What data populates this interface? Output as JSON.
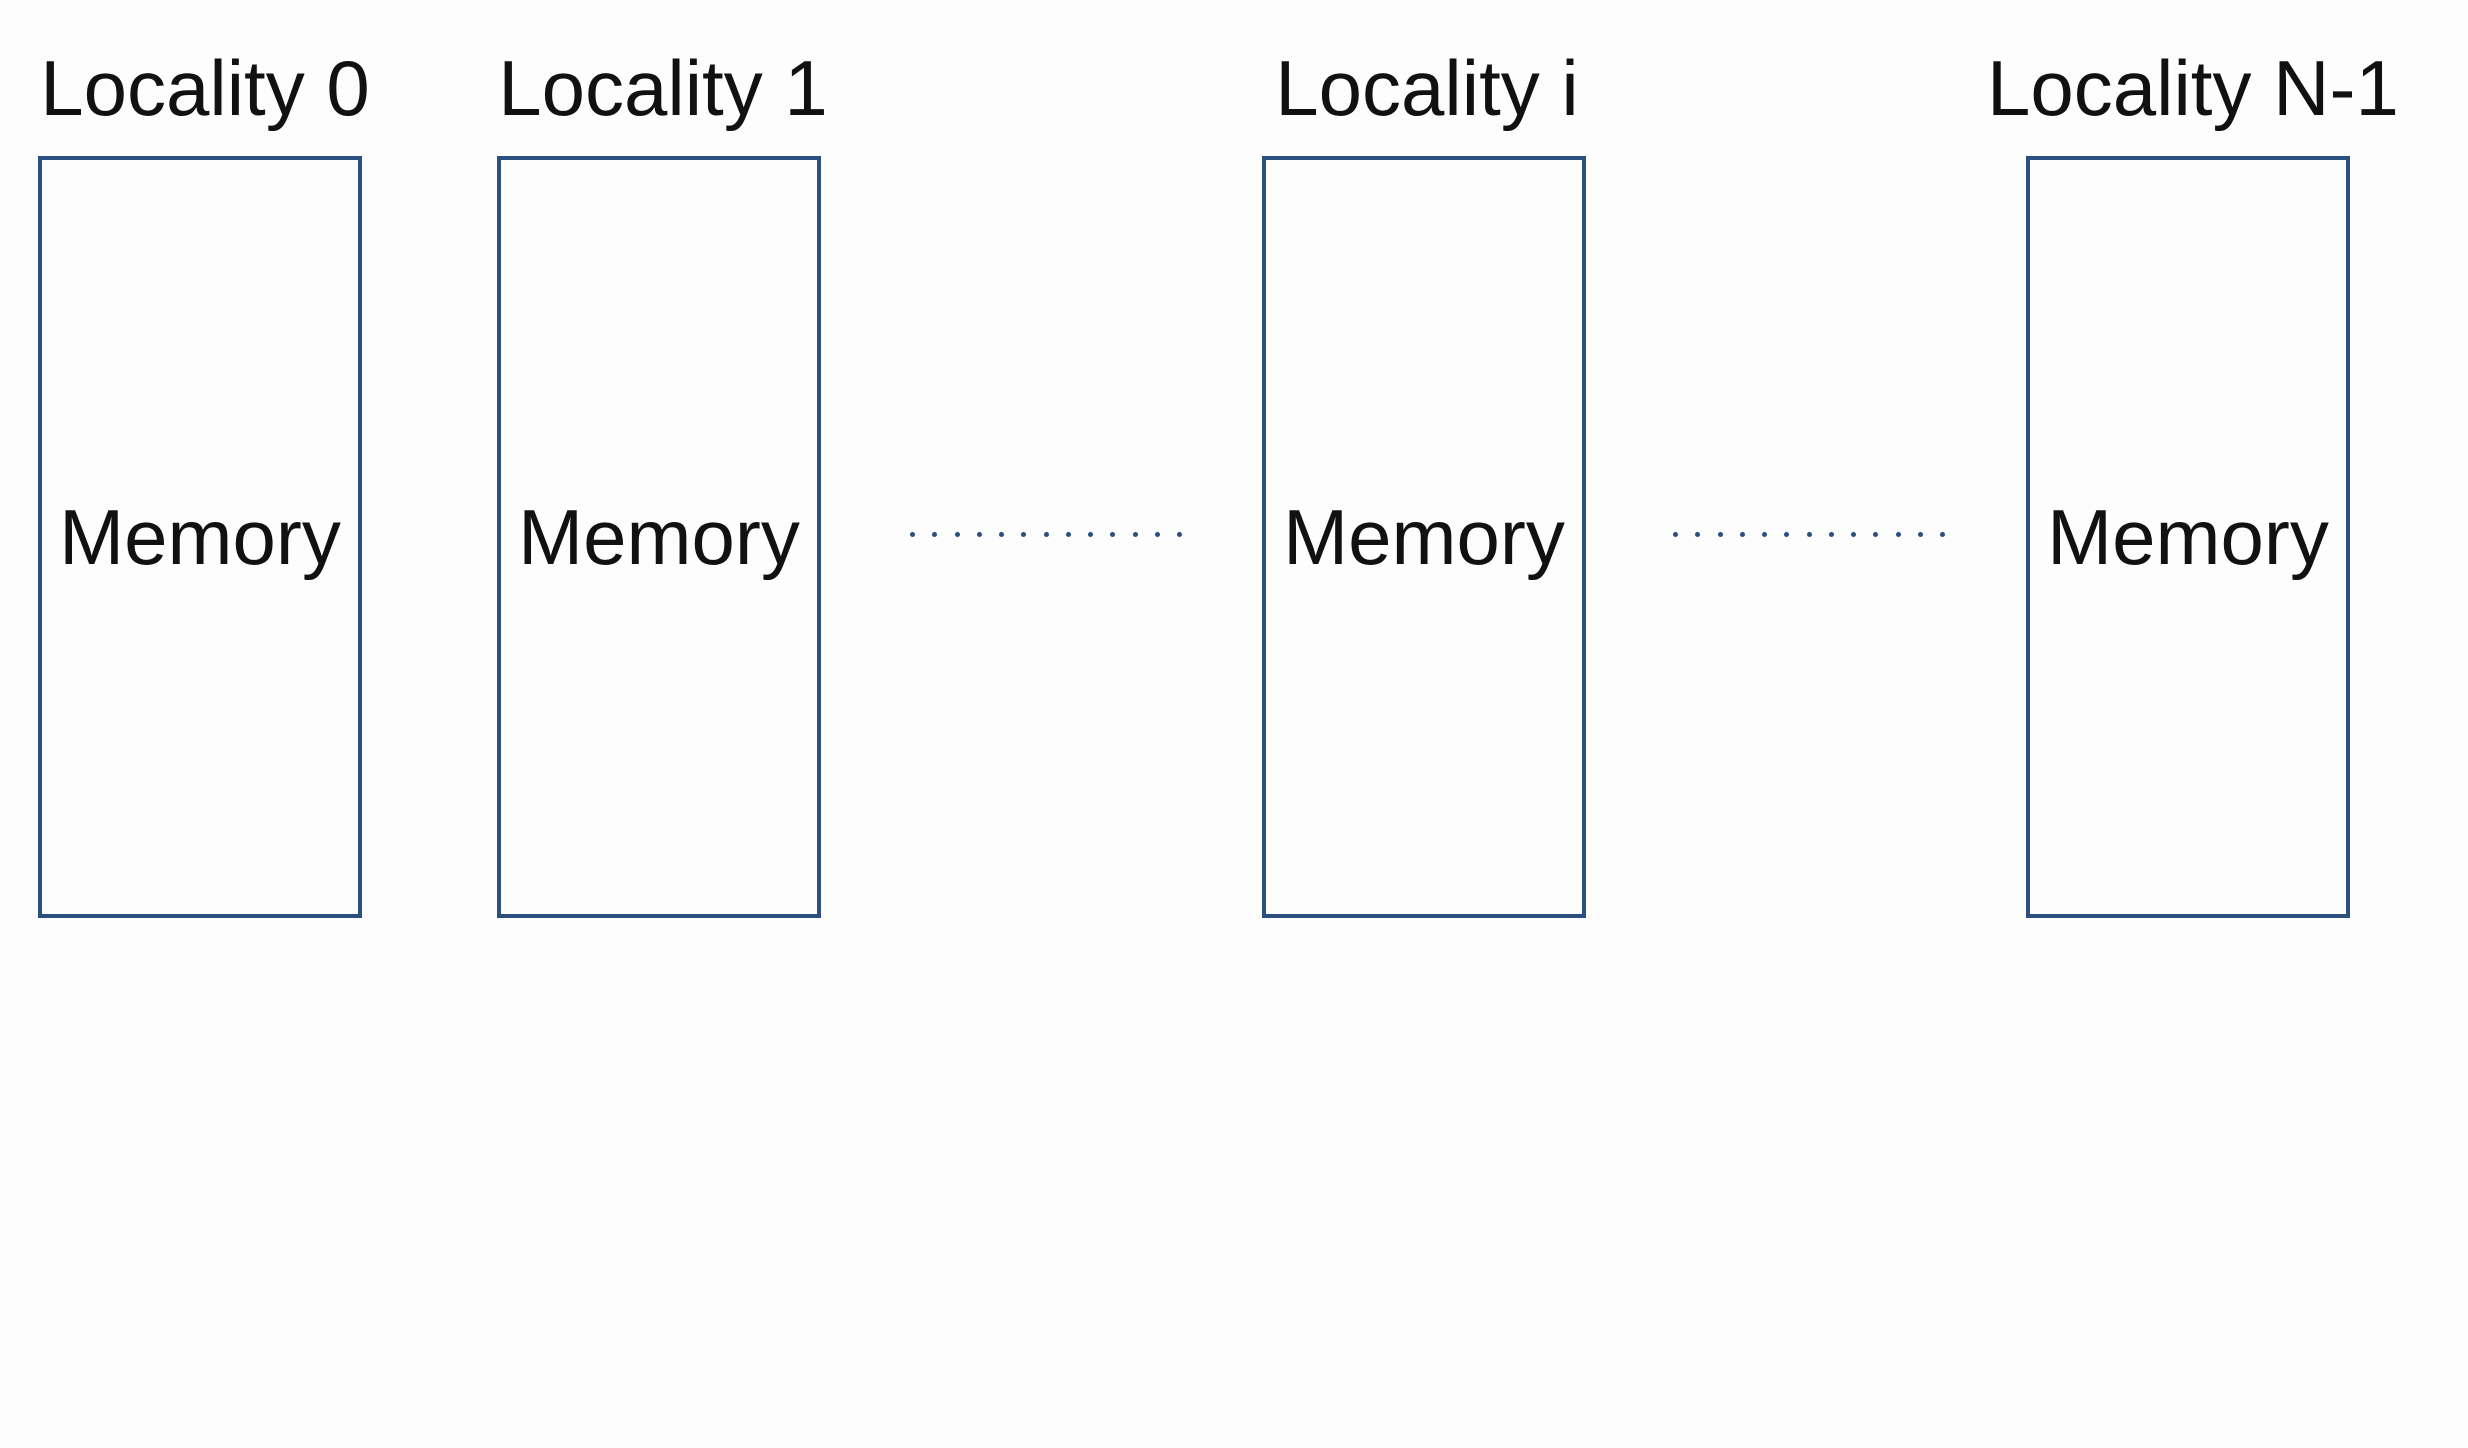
{
  "diagram": {
    "localities": [
      {
        "label": "Locality 0",
        "memory_label": "Memory"
      },
      {
        "label": "Locality 1",
        "memory_label": "Memory"
      },
      {
        "label": "Locality i",
        "memory_label": "Memory"
      },
      {
        "label": "Locality N-1",
        "memory_label": "Memory"
      }
    ],
    "colors": {
      "box_border": "#2b4f7e",
      "text": "#111111",
      "background": "#fdfdfd",
      "dots": "#2b4f7e"
    }
  }
}
